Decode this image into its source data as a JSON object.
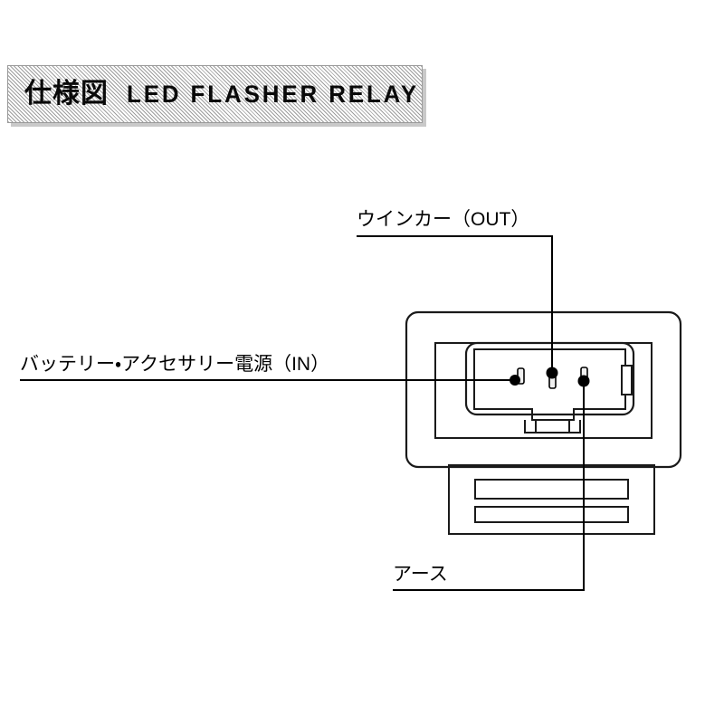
{
  "banner": {
    "title_jp": "仕様図",
    "title_en": "LED FLASHER RELAY"
  },
  "callouts": {
    "out": {
      "label": "ウインカー（OUT）",
      "terminal": "middle-pin"
    },
    "in": {
      "label": "バッテリー・アクセサリー電源（IN）",
      "terminal": "left-pin"
    },
    "ground": {
      "label": "アース",
      "terminal": "right-pin"
    }
  },
  "device": {
    "name": "led-flasher-relay",
    "parts": [
      "outer-housing",
      "inner-housing",
      "connector-cavity",
      "connector-key-notch",
      "connector-bottom-tab",
      "lower-body",
      "vent-slot-upper",
      "vent-slot-lower"
    ],
    "terminals": [
      {
        "id": "left-pin",
        "signal": "IN"
      },
      {
        "id": "middle-pin",
        "signal": "OUT"
      },
      {
        "id": "right-pin",
        "signal": "GND"
      }
    ]
  },
  "colors": {
    "ink": "#000000",
    "line": "#1a1a1a",
    "banner_hatch": "#9d9d9d",
    "banner_base": "#f2f2f2",
    "banner_shadow": "#c9c9c9",
    "page_background": "#ffffff"
  }
}
